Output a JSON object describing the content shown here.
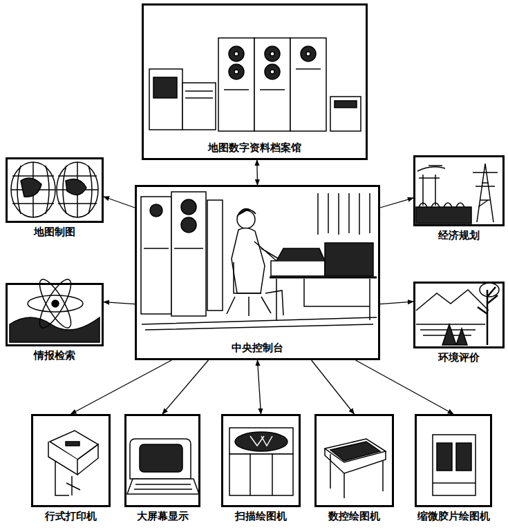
{
  "diagram": {
    "nodes": [
      {
        "text": [
          "地图数字资料档案馆"
        ]
      },
      {
        "text": [
          "地图制图"
        ]
      },
      {
        "text": [
          "中央控制台"
        ]
      },
      {
        "text": [
          "经济规划"
        ]
      },
      {
        "text": [
          "情报检索"
        ]
      },
      {
        "text": [
          "环境评价"
        ]
      },
      {
        "text": [
          "行式打印机"
        ]
      },
      {
        "text": [
          "大屏幕显示"
        ]
      },
      {
        "text": [
          "扫描绘图机"
        ]
      },
      {
        "text": [
          "数控绘图机"
        ]
      },
      {
        "text": [
          "缩微胶片绘图机"
        ]
      }
    ],
    "edges": [
      {
        "from": 2,
        "to": 0,
        "arrow": "both"
      },
      {
        "from": 2,
        "to": 1,
        "arrow": "to"
      },
      {
        "from": 2,
        "to": 3,
        "arrow": "to"
      },
      {
        "from": 2,
        "to": 4,
        "arrow": "to"
      },
      {
        "from": 2,
        "to": 5,
        "arrow": "to"
      },
      {
        "from": 2,
        "to": 6,
        "arrow": "to"
      },
      {
        "from": 2,
        "to": 7,
        "arrow": "to"
      },
      {
        "from": 2,
        "to": 8,
        "arrow": "both"
      },
      {
        "from": 2,
        "to": 9,
        "arrow": "to"
      },
      {
        "from": 2,
        "to": 10,
        "arrow": "to"
      }
    ]
  }
}
